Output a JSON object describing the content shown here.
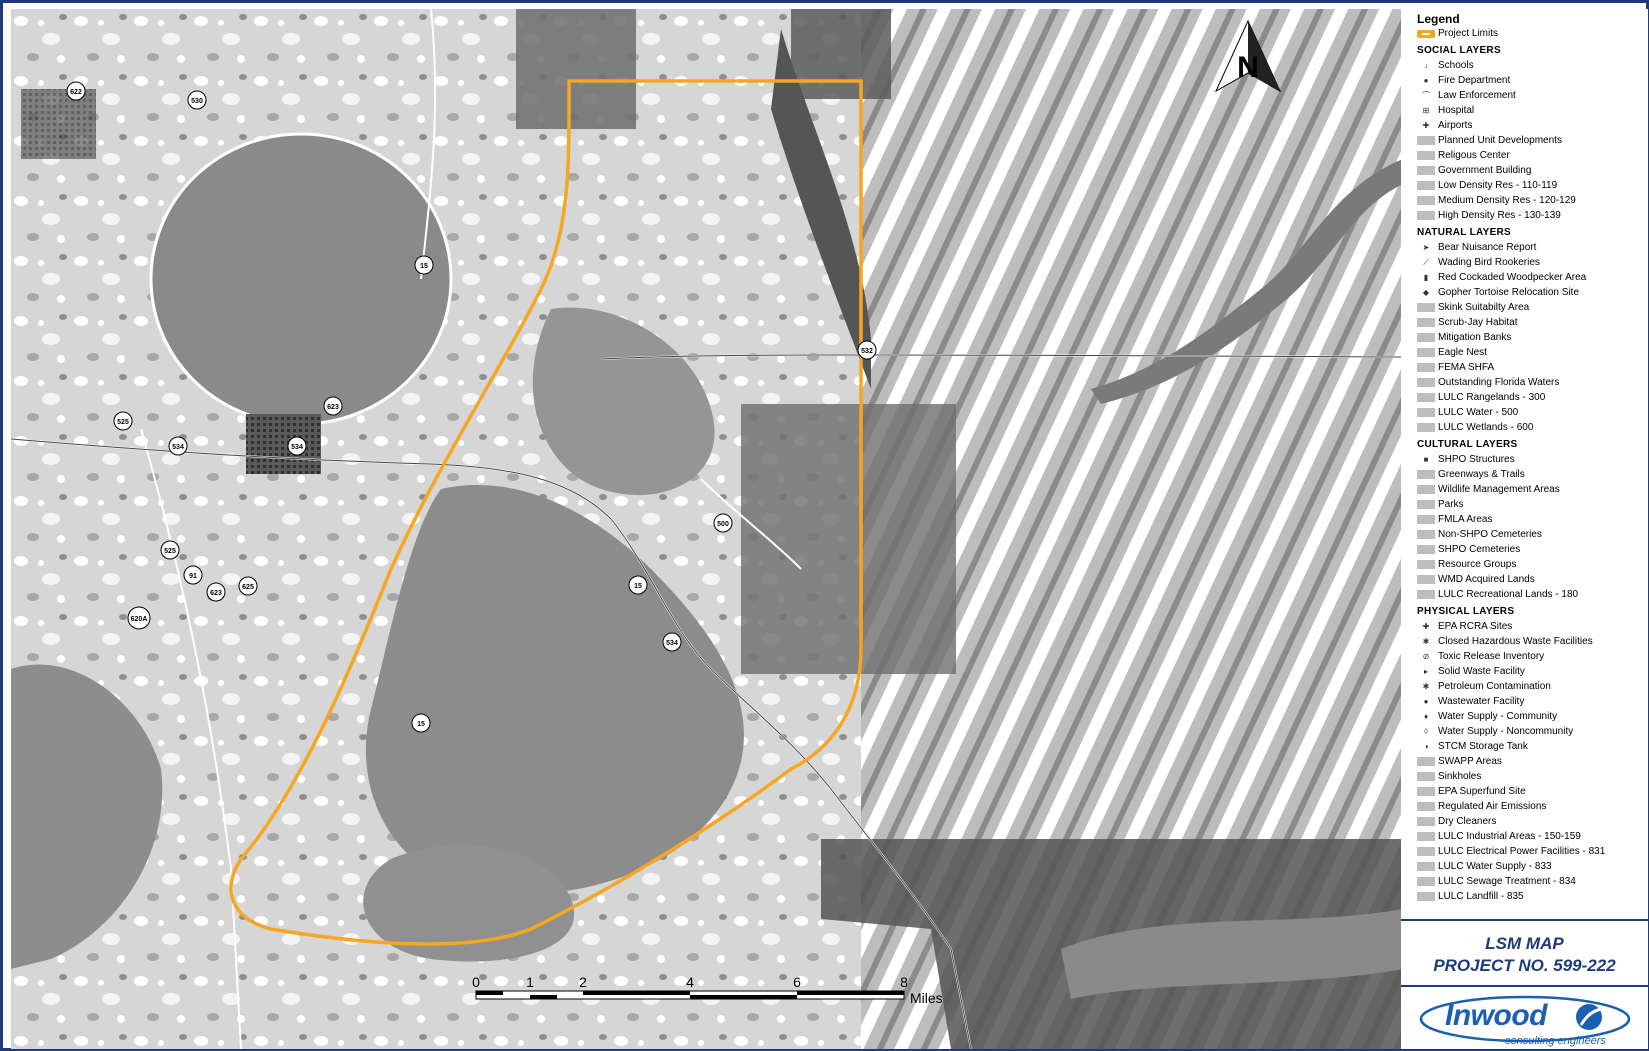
{
  "legend": {
    "title": "Legend",
    "project_limits": "Project Limits",
    "groups": [
      {
        "name": "SOCIAL LAYERS",
        "items": [
          {
            "label": "Schools",
            "sym": "↓"
          },
          {
            "label": "Fire Department",
            "sym": "●"
          },
          {
            "label": "Law Enforcement",
            "sym": "⌒"
          },
          {
            "label": "Hospital",
            "sym": "⊞"
          },
          {
            "label": "Airports",
            "sym": "✚"
          },
          {
            "label": "Planned Unit Developments",
            "sym": ""
          },
          {
            "label": "Religous Center",
            "sym": ""
          },
          {
            "label": "Government Building",
            "sym": ""
          },
          {
            "label": "Low Density Res - 110-119",
            "sym": ""
          },
          {
            "label": "Medium Density Res - 120-129",
            "sym": ""
          },
          {
            "label": "High Density Res - 130-139",
            "sym": ""
          }
        ]
      },
      {
        "name": "NATURAL LAYERS",
        "items": [
          {
            "label": "Bear Nuisance Report",
            "sym": "➤"
          },
          {
            "label": "Wading Bird Rookeries",
            "sym": "⟋"
          },
          {
            "label": "Red Cockaded Woodpecker Area",
            "sym": "▮"
          },
          {
            "label": "Gopher Tortoise Relocation Site",
            "sym": "◆"
          },
          {
            "label": "Skink Suitabilty Area",
            "sym": ""
          },
          {
            "label": "Scrub-Jay Habitat",
            "sym": ""
          },
          {
            "label": "Mitigation Banks",
            "sym": ""
          },
          {
            "label": "Eagle Nest",
            "sym": ""
          },
          {
            "label": "FEMA SHFA",
            "sym": ""
          },
          {
            "label": "Outstanding Florida Waters",
            "sym": ""
          },
          {
            "label": "LULC Rangelands - 300",
            "sym": ""
          },
          {
            "label": "LULC Water - 500",
            "sym": ""
          },
          {
            "label": "LULC Wetlands - 600",
            "sym": ""
          }
        ]
      },
      {
        "name": "CULTURAL LAYERS",
        "items": [
          {
            "label": "SHPO Structures",
            "sym": "■"
          },
          {
            "label": "Greenways & Trails",
            "sym": ""
          },
          {
            "label": "Wildlife Management Areas",
            "sym": ""
          },
          {
            "label": "Parks",
            "sym": ""
          },
          {
            "label": "FMLA Areas",
            "sym": ""
          },
          {
            "label": "Non-SHPO Cemeteries",
            "sym": ""
          },
          {
            "label": "SHPO Cemeteries",
            "sym": ""
          },
          {
            "label": "Resource Groups",
            "sym": ""
          },
          {
            "label": "WMD Acquired Lands",
            "sym": ""
          },
          {
            "label": "LULC Recreational Lands - 180",
            "sym": ""
          }
        ]
      },
      {
        "name": "PHYSICAL LAYERS",
        "items": [
          {
            "label": "EPA RCRA Sites",
            "sym": "✚"
          },
          {
            "label": "Closed Hazardous Waste Facilities",
            "sym": "✱"
          },
          {
            "label": "Toxic Release Inventory",
            "sym": "⊘"
          },
          {
            "label": "Solid Waste Facility",
            "sym": "▸"
          },
          {
            "label": "Petroleum Contamination",
            "sym": "✱"
          },
          {
            "label": "Wastewater Facility",
            "sym": "●"
          },
          {
            "label": "Water Supply - Community",
            "sym": "♦"
          },
          {
            "label": "Water Supply - Noncommunity",
            "sym": "◊"
          },
          {
            "label": "STCM Storage Tank",
            "sym": "◑"
          },
          {
            "label": "SWAPP Areas",
            "sym": ""
          },
          {
            "label": "Sinkholes",
            "sym": ""
          },
          {
            "label": "EPA Superfund Site",
            "sym": ""
          },
          {
            "label": "Regulated Air Emissions",
            "sym": ""
          },
          {
            "label": "Dry Cleaners",
            "sym": ""
          },
          {
            "label": "LULC Industrial Areas - 150-159",
            "sym": ""
          },
          {
            "label": "LULC Electrical Power Facilities - 831",
            "sym": ""
          },
          {
            "label": "LULC Water Supply - 833",
            "sym": ""
          },
          {
            "label": "LULC Sewage Treatment - 834",
            "sym": ""
          },
          {
            "label": "LULC Landfill - 835",
            "sym": ""
          }
        ]
      }
    ]
  },
  "title_block": {
    "line1": "LSM MAP",
    "line2": "PROJECT NO. 599-222"
  },
  "logo": {
    "word": "Inwood",
    "sub": "consulting engineers"
  },
  "north_arrow": {
    "label": "N"
  },
  "scale_bar": {
    "ticks": [
      "0",
      "1",
      "2",
      "4",
      "6",
      "8"
    ],
    "unit": "Miles"
  },
  "road_shields": [
    "622",
    "530",
    "15",
    "532",
    "525",
    "534",
    "623",
    "534",
    "525",
    "91",
    "623",
    "625",
    "620A",
    "500",
    "15",
    "534",
    "15"
  ],
  "colors": {
    "project_limits": "#f5a623",
    "frame": "#1f3a7a",
    "logo_blue": "#1a5fb4"
  }
}
